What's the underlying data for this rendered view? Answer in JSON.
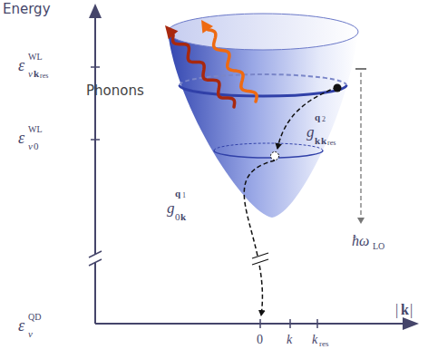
{
  "diagram": {
    "labels": [
      "Energy",
      "ε",
      "WL",
      "v",
      "k",
      "res",
      "ε",
      "WL",
      "v",
      "0",
      "ε",
      "QD",
      "v",
      "Phonons",
      "g",
      "q",
      "2",
      "k",
      "k",
      "res",
      "g",
      "q",
      "1",
      "0",
      "k",
      "ħω",
      "LO",
      "0",
      "k",
      "k",
      "res",
      "|",
      "k",
      "|"
    ]
  }
}
